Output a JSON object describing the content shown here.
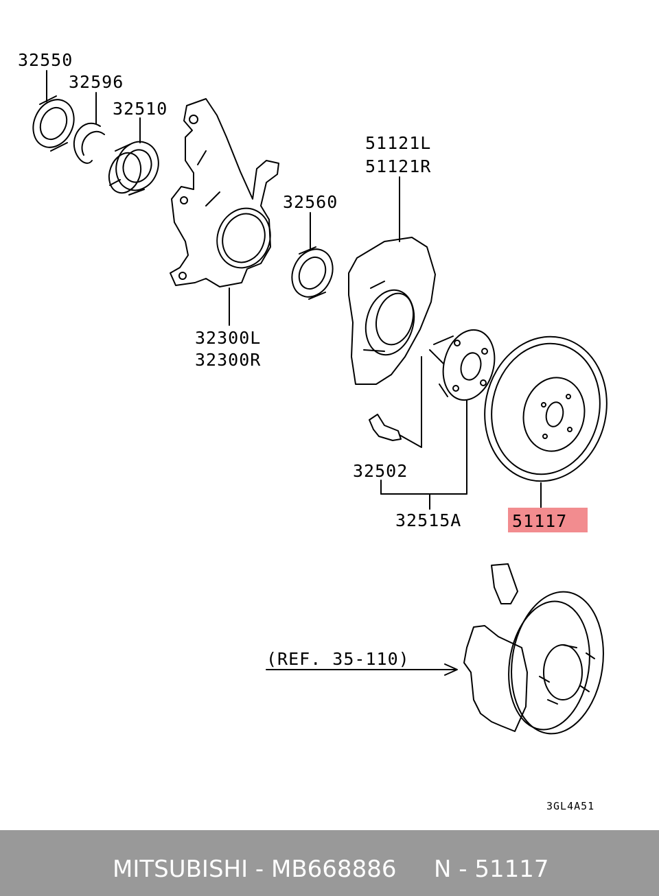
{
  "diagram": {
    "parts": {
      "p32550": "32550",
      "p32596": "32596",
      "p32510": "32510",
      "p51121L": "51121L",
      "p51121R": "51121R",
      "p32560": "32560",
      "p32300L": "32300L",
      "p32300R": "32300R",
      "p32502": "32502",
      "p32515A": "32515A",
      "p51117": "51117"
    },
    "highlighted_part": "51117",
    "highlight_color": "#f28c8f",
    "reference": "(REF. 35-110)",
    "drawing_code": "3GL4A51"
  },
  "footer": {
    "brand_part": "MITSUBISHI - MB668886",
    "catalog_ref": "N - 51117",
    "background_color": "#999999"
  }
}
